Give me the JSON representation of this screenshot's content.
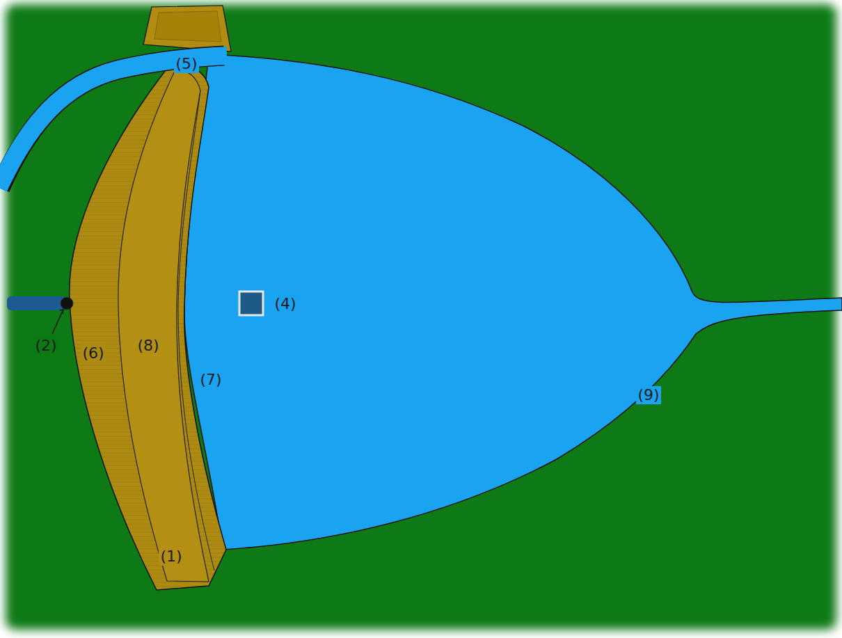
{
  "diagram": {
    "labels": [
      "(5)",
      "(4)",
      "(2)",
      "(6)",
      "(8)",
      "(7)",
      "(9)",
      "(1)"
    ]
  }
}
